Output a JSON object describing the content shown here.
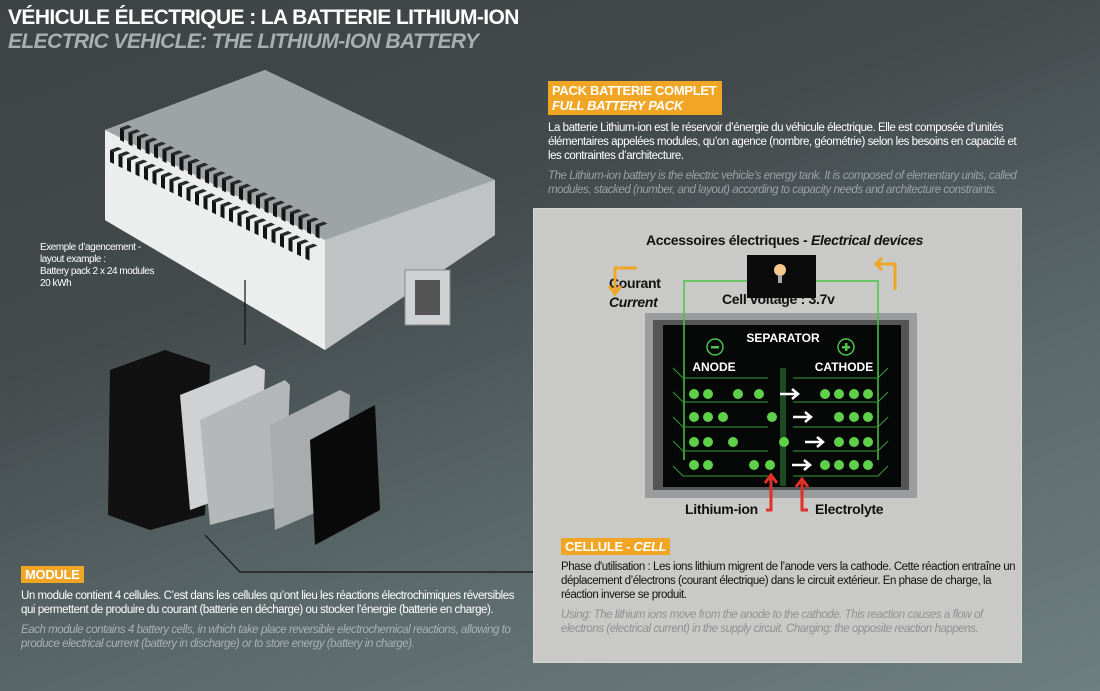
{
  "header": {
    "title_fr": "VÉHICULE  ÉLECTRIQUE : LA BATTERIE LITHIUM-ION",
    "title_en": "ELECTRIC VEHICLE: THE LITHIUM-ION BATTERY"
  },
  "pack": {
    "tag_fr": "PACK BATTERIE COMPLET",
    "tag_en": "FULL BATTERY PACK",
    "text_fr": "La batterie Lithium-ion est le réservoir d’énergie du véhicule électrique. Elle est composée d’unités élémentaires appelées modules, qu’on agence (nombre, géométrie) selon les besoins en capacité et les contraintes d’architecture.",
    "text_en": "The Lithium-ion battery is the electric vehicle’s energy tank. It is composed of elementary units, called modules, stacked (number, and layout) according to capacity needs and architecture constraints.",
    "layout_note": [
      "Exemple d’agencement -",
      "layout example :",
      "Battery pack 2 x 24 modules",
      "20 kWh"
    ]
  },
  "module": {
    "tag": "MODULE",
    "text_fr": "Un module contient 4 cellules. C’est dans les cellules qu’ont lieu les réactions électrochimiques réversibles qui permettent de produire du courant (batterie en décharge) ou stocker l’énergie (batterie en charge).",
    "text_en": "Each module contains 4 battery cells, in which take place reversible electrochemical reactions, allowing to produce electrical current (battery in discharge) or to store energy (battery in charge)."
  },
  "cell": {
    "tag_fr": "CELLULE - ",
    "tag_en": "CELL",
    "text_fr": "Phase d'utilisation : Les ions lithium migrent de l’anode vers la cathode. Cette réaction entraîne un déplacement d’électrons (courant électrique) dans le circuit extérieur. En phase de charge, la réaction inverse se produit.",
    "text_en": "Using: The lithium ions move from the anode to the cathode. This reaction causes a flow of electrons (electrical current) in the supply circuit. Charging: the opposite reaction happens.",
    "devices_fr": "Accessoires électriques - ",
    "devices_en": "Electrical devices",
    "current_fr": "Courant",
    "current_en": "Current",
    "voltage": "Cell voltage : 3.7v",
    "separator": "SEPARATOR",
    "anode": "ANODE",
    "cathode": "CATHODE",
    "minus": "−",
    "plus": "+",
    "lithium": "Lithium-ion",
    "electrolyte": "Electrolyte"
  },
  "colors": {
    "accent": "#f0a624",
    "ion": "#5fd04a",
    "arrow_red": "#e0302a"
  }
}
